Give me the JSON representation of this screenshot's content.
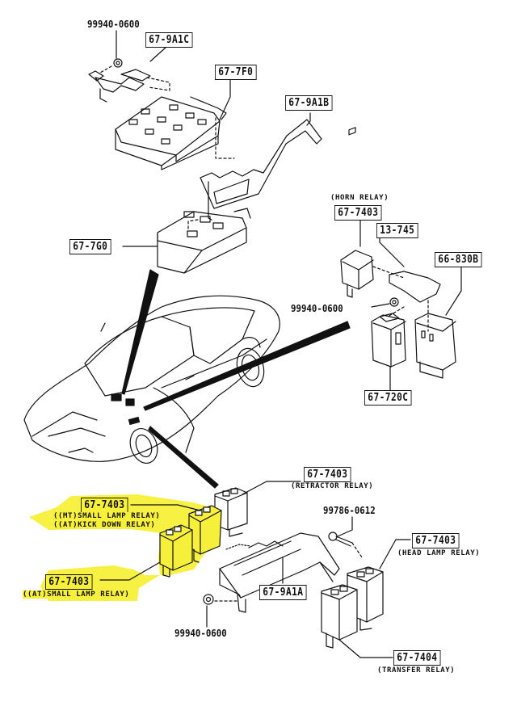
{
  "diagram": {
    "title": "Relay locations parts diagram",
    "highlight_color": "#f7f03a",
    "line_color": "#111111"
  },
  "parts": {
    "nut_top": {
      "number": "99940-0600"
    },
    "bracket_c": {
      "number": "67-9A1C"
    },
    "fuse_block": {
      "number": "67-7F0"
    },
    "bracket_b": {
      "number": "67-9A1B"
    },
    "junction_box": {
      "number": "67-7G0"
    },
    "horn_relay": {
      "number": "67-7403",
      "note": "(HORN RELAY)"
    },
    "bracket_13745": {
      "number": "13-745"
    },
    "unit_66830b": {
      "number": "66-830B"
    },
    "nut_mid": {
      "number": "99940-0600"
    },
    "flasher_unit": {
      "number": "67-720C"
    },
    "retractor_relay": {
      "number": "67-7403",
      "note": "(RETRACTOR RELAY)"
    },
    "mt_small_lamp_relay": {
      "number": "67-7403",
      "note1": "((MT)SMALL LAMP RELAY)",
      "note2": "((AT)KICK DOWN RELAY)",
      "highlighted": true
    },
    "at_small_lamp_relay": {
      "number": "67-7403",
      "note": "((AT)SMALL LAMP RELAY)",
      "highlighted": true
    },
    "bolt": {
      "number": "99786-0612"
    },
    "head_lamp_relay": {
      "number": "67-7403",
      "note": "(HEAD LAMP RELAY)"
    },
    "bracket_a": {
      "number": "67-9A1A"
    },
    "nut_bottom": {
      "number": "99940-0600"
    },
    "transfer_relay": {
      "number": "67-7404",
      "note": "(TRANSFER RELAY)"
    }
  }
}
